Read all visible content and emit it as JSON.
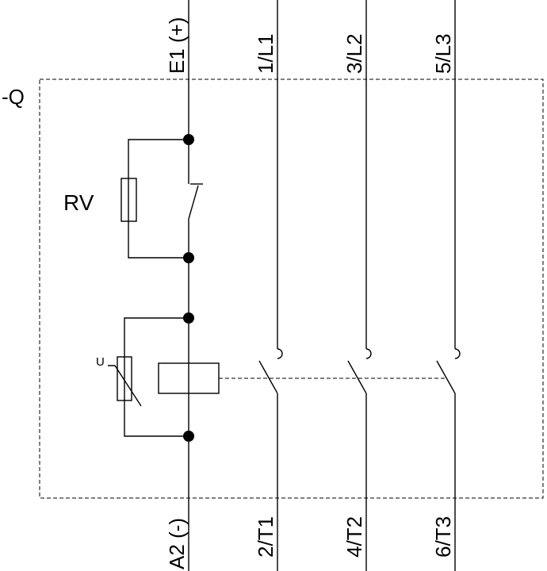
{
  "device": {
    "designation": "-Q"
  },
  "coil_circuit": {
    "top_terminal": "E1 (+)",
    "bottom_terminal": "A2 (-)",
    "resistor_label": "RV",
    "varistor_label": "U"
  },
  "main_poles": [
    {
      "line_terminal": "1/L1",
      "load_terminal": "2/T1"
    },
    {
      "line_terminal": "3/L2",
      "load_terminal": "4/T2"
    },
    {
      "line_terminal": "5/L3",
      "load_terminal": "6/T3"
    }
  ],
  "colors": {
    "line": "#000000",
    "background": "#ffffff"
  }
}
